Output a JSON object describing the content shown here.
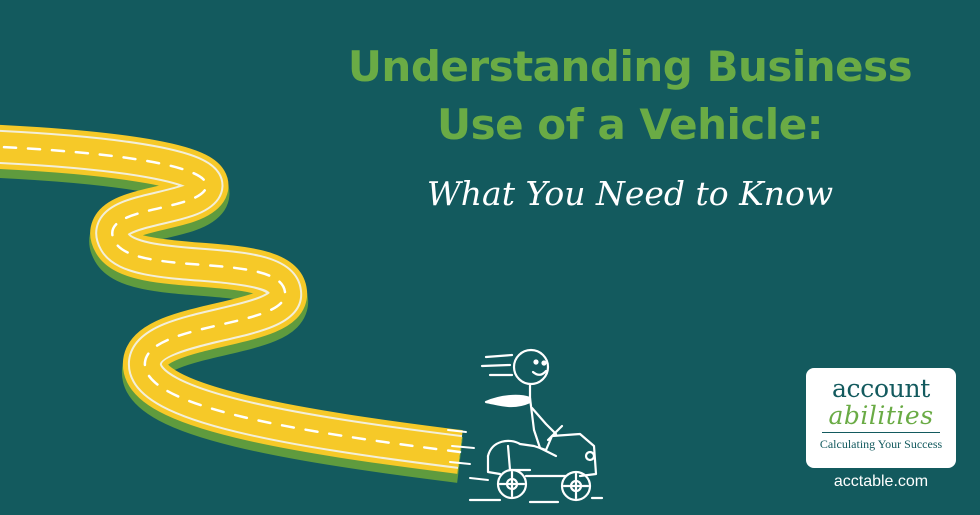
{
  "headline": {
    "line1": "Understanding Business",
    "line2": "Use of a Vehicle:"
  },
  "subheadline": "What You Need to Know",
  "logo": {
    "line1": "account",
    "line2": "abilities",
    "tagline": "Calculating Your Success"
  },
  "website": "acctable.com",
  "colors": {
    "background": "#135a5e",
    "headline": "#6aab45",
    "road": "#f6c928",
    "road_shadow": "#5f9b3e",
    "lane_marks": "#ffffff",
    "subheadline": "#ffffff"
  },
  "illustration": {
    "road": "winding-road",
    "figure": "stick-figure-driving-car"
  }
}
